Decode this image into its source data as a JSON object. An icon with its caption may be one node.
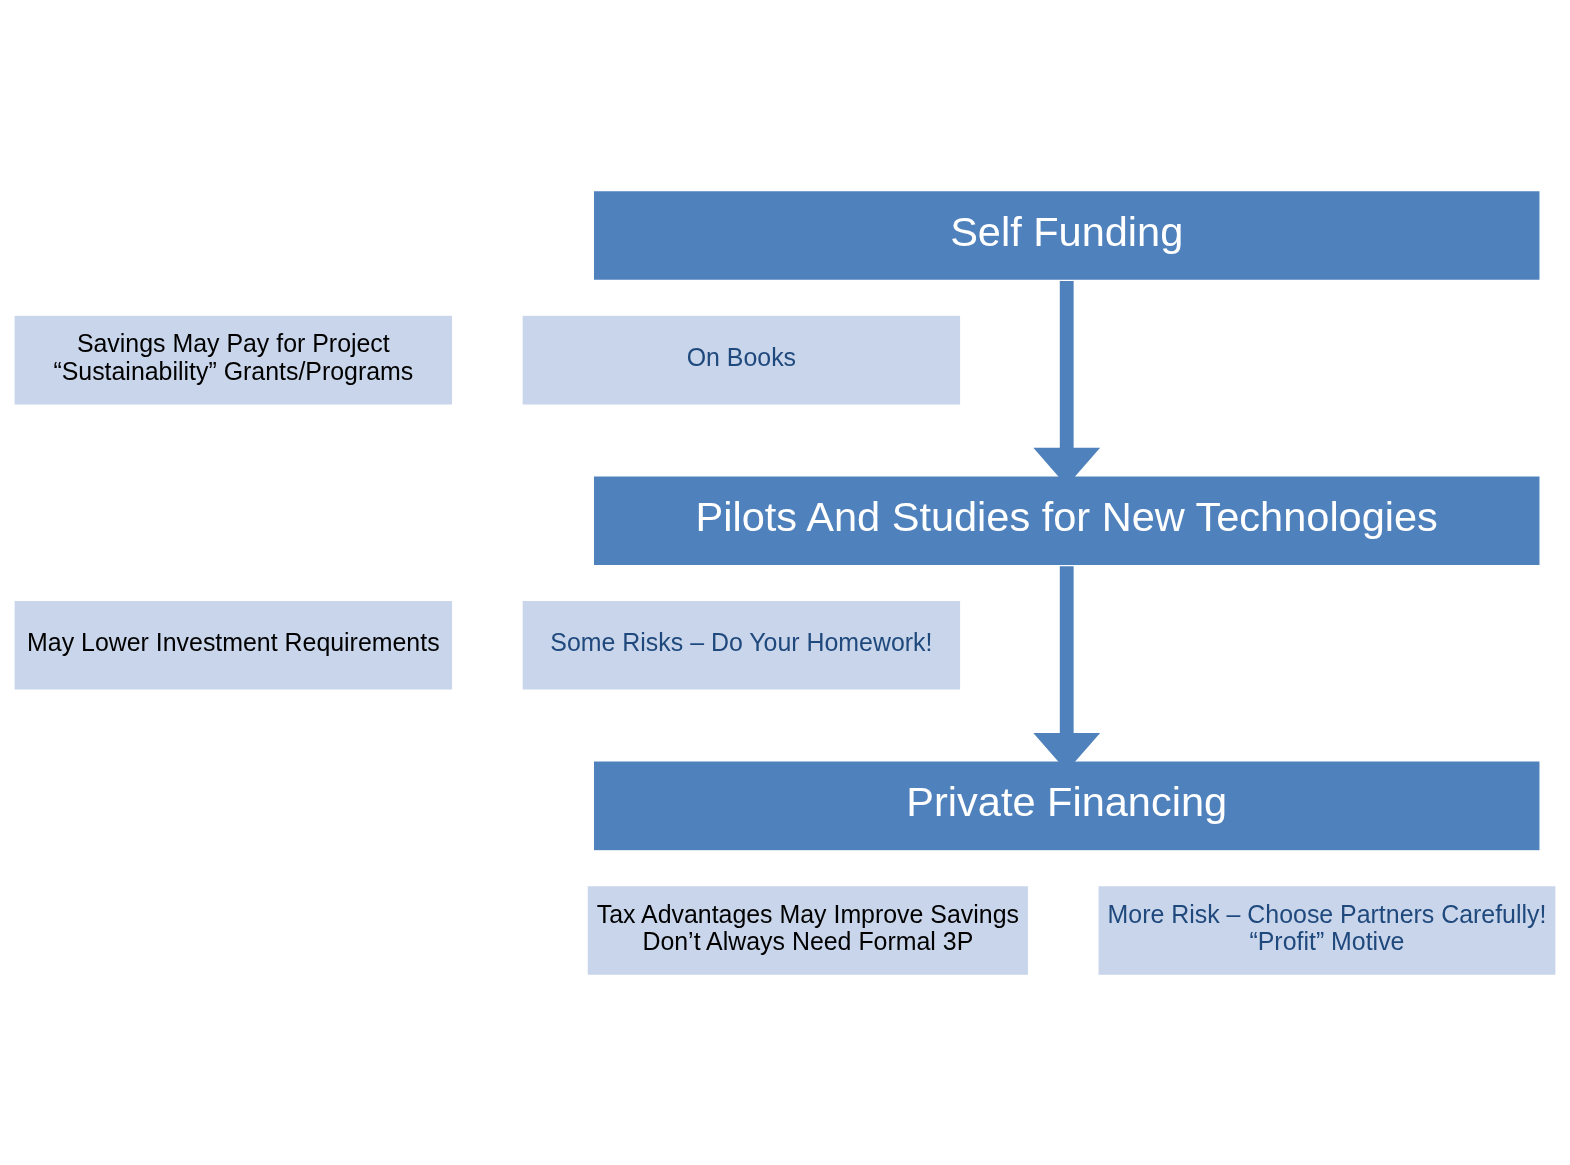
{
  "diagram": {
    "nodes": [
      {
        "text": [
          "Self Funding"
        ]
      },
      {
        "text": [
          "Savings May Pay for Project",
          "“Sustainability” Grants/Programs"
        ]
      },
      {
        "text": [
          "On Books"
        ]
      },
      {
        "text": [
          "Pilots And Studies for New Technologies"
        ]
      },
      {
        "text": [
          "May Lower Investment Requirements"
        ]
      },
      {
        "text": [
          "Some Risks – Do Your Homework!"
        ]
      },
      {
        "text": [
          "Private Financing"
        ]
      },
      {
        "text": [
          "Tax Advantages May Improve Savings",
          "Don’t Always Need Formal 3P"
        ]
      },
      {
        "text": [
          "More Risk – Choose Partners Carefully!",
          "“Profit” Motive"
        ]
      }
    ],
    "edges": [
      {
        "from": 0,
        "to": 3,
        "arrow": "to"
      },
      {
        "from": 3,
        "to": 6,
        "arrow": "to"
      }
    ]
  }
}
